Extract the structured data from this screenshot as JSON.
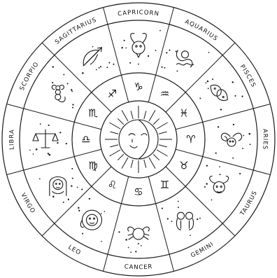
{
  "wheel": {
    "signs": [
      {
        "name": "CAPRICORN",
        "glyph": "♑",
        "icon": "goat-icon"
      },
      {
        "name": "SAGITTARIUS",
        "glyph": "♐",
        "icon": "bow-and-arrow-icon"
      },
      {
        "name": "SCORPIO",
        "glyph": "♏",
        "icon": "scorpion-icon"
      },
      {
        "name": "LIBRA",
        "glyph": "♎",
        "icon": "scales-icon"
      },
      {
        "name": "VIRGO",
        "glyph": "♍",
        "icon": "maiden-icon"
      },
      {
        "name": "LEO",
        "glyph": "♌",
        "icon": "lion-icon"
      },
      {
        "name": "CANCER",
        "glyph": "♋",
        "icon": "crab-icon"
      },
      {
        "name": "GEMINI",
        "glyph": "♊",
        "icon": "twins-icon"
      },
      {
        "name": "TAURUS",
        "glyph": "♉",
        "icon": "bull-icon"
      },
      {
        "name": "ARIES",
        "glyph": "♈",
        "icon": "ram-icon"
      },
      {
        "name": "PISCES",
        "glyph": "♓",
        "icon": "fish-icon"
      },
      {
        "name": "AQUARIUS",
        "glyph": "♒",
        "icon": "water-bearer-icon"
      }
    ],
    "center_icon": "sun-and-moon-icon",
    "line_color": "#1a1a1a"
  }
}
